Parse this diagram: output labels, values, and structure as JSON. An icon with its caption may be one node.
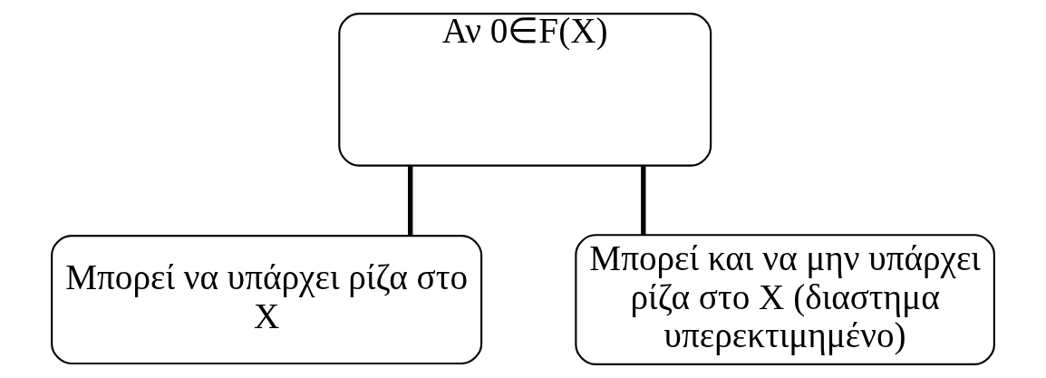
{
  "diagram": {
    "nodes": [
      {
        "text": [
          "Αν 0∈F(X)"
        ]
      },
      {
        "text": [
          "Μπορεί να υπάρχει ρίζα στο X"
        ]
      },
      {
        "text": [
          "Μπορεί και να μην υπάρχει ρίζα στο X (διαστημα υπερεκτιμημένο)"
        ]
      }
    ],
    "edges": [
      {
        "from": 0,
        "to": 1,
        "arrow": "none"
      },
      {
        "from": 0,
        "to": 2,
        "arrow": "none"
      }
    ]
  }
}
